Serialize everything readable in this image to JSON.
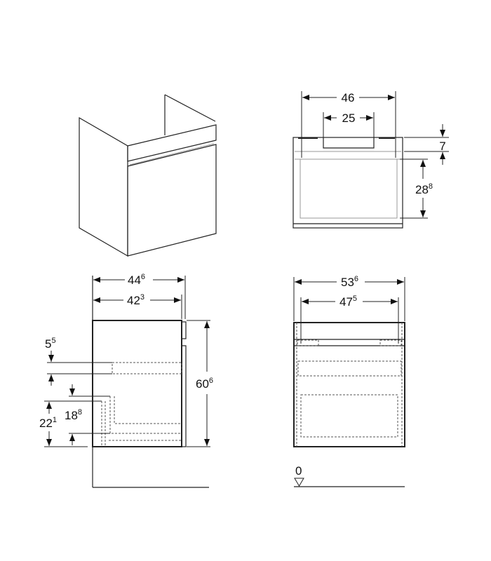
{
  "dimensions": {
    "top_width": {
      "main": "46",
      "sup": ""
    },
    "basin_cutout": {
      "main": "25",
      "sup": ""
    },
    "top_thickness": {
      "main": "7",
      "sup": ""
    },
    "drawer_height": {
      "main": "28",
      "sup": "8"
    },
    "depth_total": {
      "main": "44",
      "sup": "6"
    },
    "depth_body": {
      "main": "42",
      "sup": "3"
    },
    "height_total": {
      "main": "60",
      "sup": "6"
    },
    "rail_height": {
      "main": "5",
      "sup": "5"
    },
    "inner_drawer": {
      "main": "18",
      "sup": "8"
    },
    "lower_height": {
      "main": "22",
      "sup": "1"
    },
    "width_total": {
      "main": "53",
      "sup": "6"
    },
    "width_inner": {
      "main": "47",
      "sup": "5"
    },
    "floor_level": {
      "main": "0",
      "sup": ""
    }
  }
}
